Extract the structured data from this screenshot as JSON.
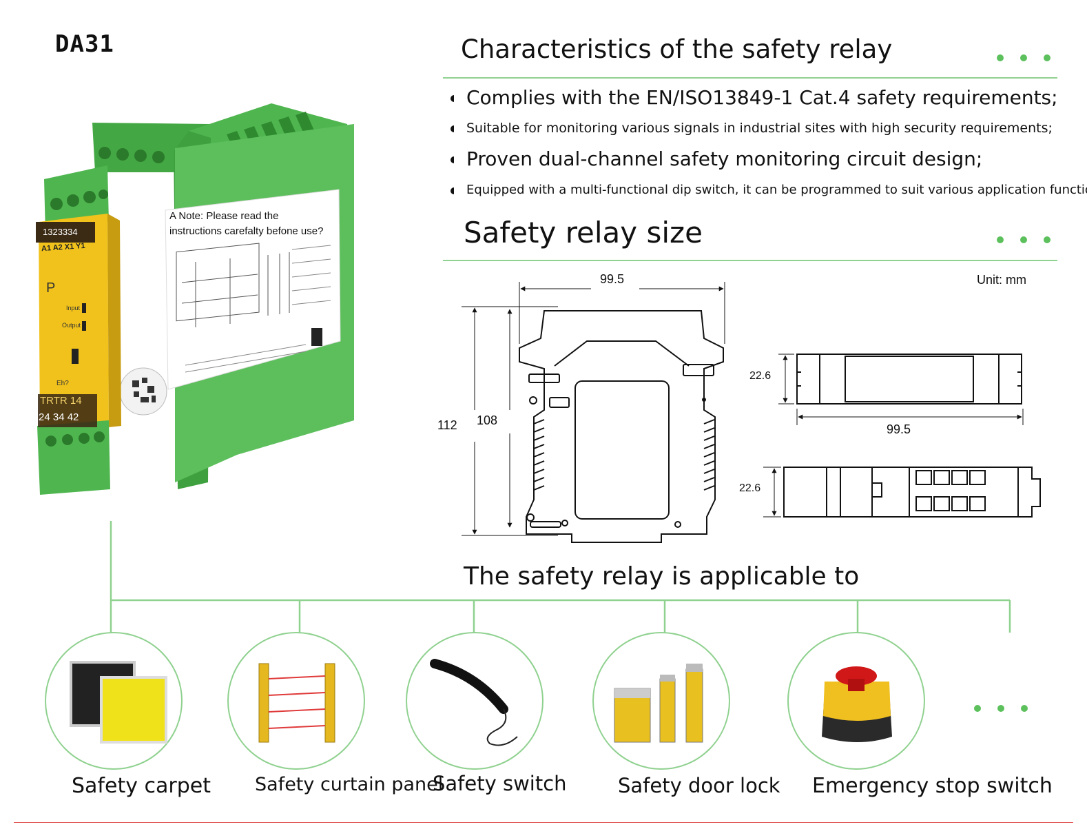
{
  "colors": {
    "accent": "#5cc05c",
    "rule": "#8fd18f",
    "relay_green": "#5cbf5c",
    "relay_yellow": "#f1c21b"
  },
  "product": {
    "model": "DA31",
    "device": {
      "badge_top": "1323334",
      "terminals_top": "A1 A2 X1 Y1",
      "face_letter": "P",
      "input_label": "Input",
      "output_label": "Output",
      "eh_label": "Eh?",
      "terminals_bottom_1": "TRTR 14",
      "terminals_bottom_2": "24 34 42",
      "note_line1": "A Note: Please read the",
      "note_line2": "instructions carefalty befone use?"
    }
  },
  "characteristics": {
    "title": "Characteristics of the safety relay",
    "items": [
      "Complies with the EN/ISO13849-1 Cat.4 safety requirements;",
      "Suitable for monitoring various signals in industrial sites with high security requirements;",
      "Proven dual-channel safety monitoring circuit design;",
      "Equipped with a multi-functional dip switch, it can be programmed to suit various application functions."
    ]
  },
  "size": {
    "title": "Safety relay size",
    "unit": "Unit: mm",
    "width_top": "99.5",
    "height_outer": "112",
    "height_inner": "108",
    "depth_a": "22.6",
    "width_right": "99.5",
    "depth_b": "22.6"
  },
  "applications": {
    "title": "The safety relay is applicable to",
    "items": [
      {
        "label": "Safety carpet",
        "icon": "safety-carpet-icon"
      },
      {
        "label": "Safety curtain panel",
        "icon": "light-curtain-icon"
      },
      {
        "label": "Safety switch",
        "icon": "safety-edge-switch-icon"
      },
      {
        "label": "Safety door lock",
        "icon": "door-lock-icon"
      },
      {
        "label": "Emergency stop switch",
        "icon": "emergency-stop-icon"
      }
    ]
  }
}
